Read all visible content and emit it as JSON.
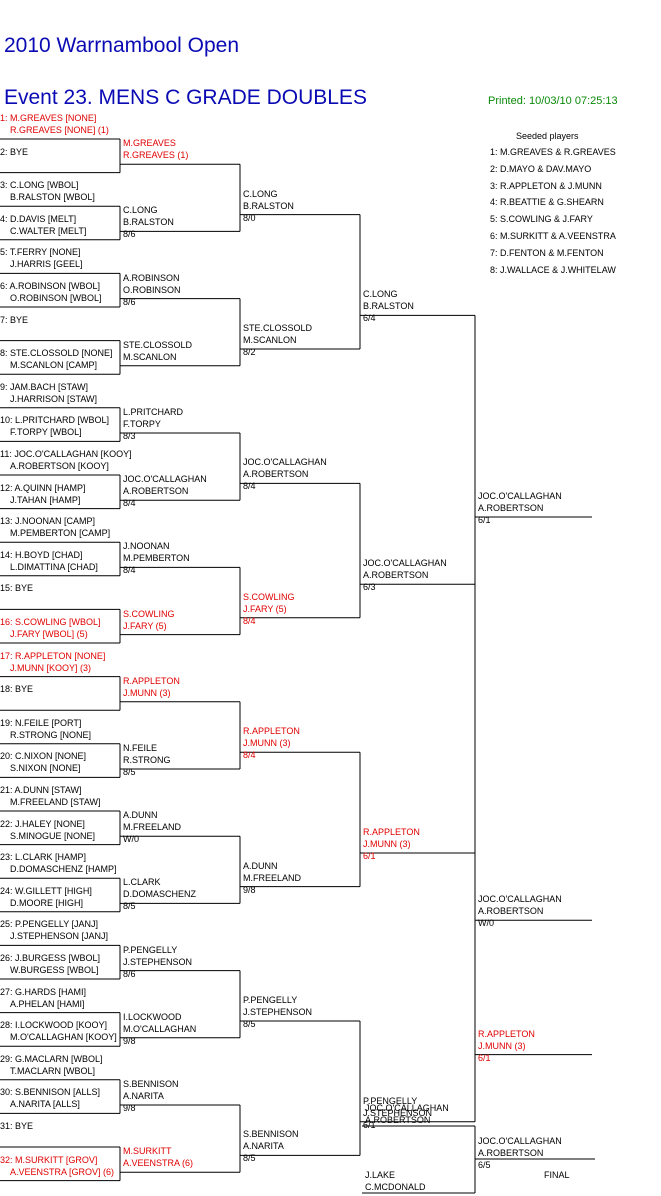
{
  "tournament": "2010 Warrnambool Open",
  "event": "Event 23. MENS C GRADE DOUBLES",
  "printed": "Printed: 10/03/10 07:25:13",
  "seeded_header": "Seeded players",
  "seeds": [
    "1: M.GREAVES & R.GREAVES",
    "2: D.MAYO & DAV.MAYO",
    "3: R.APPLETON & J.MUNN",
    "4: R.BEATTIE & G.SHEARN",
    "5: S.COWLING & J.FARY",
    "6: M.SURKITT & A.VEENSTRA",
    "7: D.FENTON & M.FENTON",
    "8: J.WALLACE & J.WHITELAW"
  ],
  "draw": [
    {
      "p1": "1: M.GREAVES [NONE]",
      "p2": "R.GREAVES [NONE] (1)",
      "seeded": true
    },
    {
      "p1": "2: BYE",
      "p2": ""
    },
    {
      "p1": "3: C.LONG [WBOL]",
      "p2": "B.RALSTON [WBOL]"
    },
    {
      "p1": "4: D.DAVIS [MELT]",
      "p2": "C.WALTER [MELT]"
    },
    {
      "p1": "5: T.FERRY [NONE]",
      "p2": "J.HARRIS [GEEL]"
    },
    {
      "p1": "6: A.ROBINSON [WBOL]",
      "p2": "O.ROBINSON [WBOL]"
    },
    {
      "p1": "7: BYE",
      "p2": ""
    },
    {
      "p1": "8: STE.CLOSSOLD [NONE]",
      "p2": "M.SCANLON [CAMP]"
    },
    {
      "p1": "9: JAM.BACH [STAW]",
      "p2": "J.HARRISON [STAW]"
    },
    {
      "p1": "10: L.PRITCHARD [WBOL]",
      "p2": "F.TORPY [WBOL]"
    },
    {
      "p1": "11: JOC.O'CALLAGHAN [KOOY]",
      "p2": "A.ROBERTSON [KOOY]"
    },
    {
      "p1": "12: A.QUINN [HAMP]",
      "p2": "J.TAHAN [HAMP]"
    },
    {
      "p1": "13: J.NOONAN [CAMP]",
      "p2": "M.PEMBERTON [CAMP]"
    },
    {
      "p1": "14: H.BOYD [CHAD]",
      "p2": "L.DIMATTINA [CHAD]"
    },
    {
      "p1": "15: BYE",
      "p2": ""
    },
    {
      "p1": "16: S.COWLING [WBOL]",
      "p2": "J.FARY [WBOL] (5)",
      "seeded": true
    },
    {
      "p1": "17: R.APPLETON [NONE]",
      "p2": "J.MUNN [KOOY] (3)",
      "seeded": true
    },
    {
      "p1": "18: BYE",
      "p2": ""
    },
    {
      "p1": "19: N.FEILE [PORT]",
      "p2": "R.STRONG [NONE]"
    },
    {
      "p1": "20: C.NIXON [NONE]",
      "p2": "S.NIXON [NONE]"
    },
    {
      "p1": "21: A.DUNN [STAW]",
      "p2": "M.FREELAND [STAW]"
    },
    {
      "p1": "22: J.HALEY [NONE]",
      "p2": "S.MINOGUE [NONE]"
    },
    {
      "p1": "23: L.CLARK [HAMP]",
      "p2": "D.DOMASCHENZ [HAMP]"
    },
    {
      "p1": "24: W.GILLETT [HIGH]",
      "p2": "D.MOORE [HIGH]"
    },
    {
      "p1": "25: P.PENGELLY [JANJ]",
      "p2": "J.STEPHENSON [JANJ]"
    },
    {
      "p1": "26: J.BURGESS [WBOL]",
      "p2": "W.BURGESS [WBOL]"
    },
    {
      "p1": "27: G.HARDS [HAMI]",
      "p2": "A.PHELAN [HAMI]"
    },
    {
      "p1": "28: I.LOCKWOOD [KOOY]",
      "p2": "M.O'CALLAGHAN [KOOY]"
    },
    {
      "p1": "29: G.MACLARN [WBOL]",
      "p2": "T.MACLARN [WBOL]"
    },
    {
      "p1": "30: S.BENNISON [ALLS]",
      "p2": "A.NARITA [ALLS]"
    },
    {
      "p1": "31: BYE",
      "p2": ""
    },
    {
      "p1": "32: M.SURKITT [GROV]",
      "p2": "A.VEENSTRA [GROV] (6)",
      "seeded": true
    }
  ],
  "r2": [
    {
      "p1": "M.GREAVES",
      "p2": "R.GREAVES (1)",
      "score": "",
      "seeded": true
    },
    {
      "p1": "C.LONG",
      "p2": "B.RALSTON",
      "score": "8/6"
    },
    {
      "p1": "A.ROBINSON",
      "p2": "O.ROBINSON",
      "score": "8/6"
    },
    {
      "p1": "STE.CLOSSOLD",
      "p2": "M.SCANLON",
      "score": ""
    },
    {
      "p1": "L.PRITCHARD",
      "p2": "F.TORPY",
      "score": "8/3"
    },
    {
      "p1": "JOC.O'CALLAGHAN",
      "p2": "A.ROBERTSON",
      "score": "8/4"
    },
    {
      "p1": "J.NOONAN",
      "p2": "M.PEMBERTON",
      "score": "8/4"
    },
    {
      "p1": "S.COWLING",
      "p2": "J.FARY (5)",
      "score": "",
      "seeded": true
    },
    {
      "p1": "R.APPLETON",
      "p2": "J.MUNN (3)",
      "score": "",
      "seeded": true
    },
    {
      "p1": "N.FEILE",
      "p2": "R.STRONG",
      "score": "8/5"
    },
    {
      "p1": "A.DUNN",
      "p2": "M.FREELAND",
      "score": "W/0"
    },
    {
      "p1": "L.CLARK",
      "p2": "D.DOMASCHENZ",
      "score": "8/5"
    },
    {
      "p1": "P.PENGELLY",
      "p2": "J.STEPHENSON",
      "score": "8/6"
    },
    {
      "p1": "I.LOCKWOOD",
      "p2": "M.O'CALLAGHAN",
      "score": "9/8"
    },
    {
      "p1": "S.BENNISON",
      "p2": "A.NARITA",
      "score": "9/8"
    },
    {
      "p1": "M.SURKITT",
      "p2": "A.VEENSTRA (6)",
      "score": "",
      "seeded": true
    }
  ],
  "r3": [
    {
      "p1": "C.LONG",
      "p2": "B.RALSTON",
      "score": "8/0"
    },
    {
      "p1": "STE.CLOSSOLD",
      "p2": "M.SCANLON",
      "score": "8/2"
    },
    {
      "p1": "JOC.O'CALLAGHAN",
      "p2": "A.ROBERTSON",
      "score": "8/4"
    },
    {
      "p1": "S.COWLING",
      "p2": "J.FARY (5)",
      "score": "8/4",
      "seeded": true
    },
    {
      "p1": "R.APPLETON",
      "p2": "J.MUNN (3)",
      "score": "8/4",
      "seeded": true
    },
    {
      "p1": "A.DUNN",
      "p2": "M.FREELAND",
      "score": "9/8"
    },
    {
      "p1": "P.PENGELLY",
      "p2": "J.STEPHENSON",
      "score": "8/5"
    },
    {
      "p1": "S.BENNISON",
      "p2": "A.NARITA",
      "score": "8/5"
    }
  ],
  "r4": [
    {
      "p1": "C.LONG",
      "p2": "B.RALSTON",
      "score": "6/4"
    },
    {
      "p1": "JOC.O'CALLAGHAN",
      "p2": "A.ROBERTSON",
      "score": "6/3"
    },
    {
      "p1": "R.APPLETON",
      "p2": "J.MUNN (3)",
      "score": "6/1",
      "seeded": true
    },
    {
      "p1": "P.PENGELLY",
      "p2": "J.STEPHENSON",
      "score": "6/1"
    }
  ],
  "r5": [
    {
      "p1": "JOC.O'CALLAGHAN",
      "p2": "A.ROBERTSON",
      "score": "6/1"
    },
    {
      "p1": "R.APPLETON",
      "p2": "J.MUNN (3)",
      "score": "6/1",
      "seeded": true
    }
  ],
  "r6": [
    {
      "p1": "JOC.O'CALLAGHAN",
      "p2": "A.ROBERTSON",
      "score": "W/0"
    }
  ],
  "final_section": {
    "finalist1": {
      "p1": "JOC.O'CALLAGHAN",
      "p2": "A.ROBERTSON"
    },
    "finalist2": {
      "p1": "J.LAKE",
      "p2": "C.MCDONALD"
    },
    "winner": {
      "p1": "JOC.O'CALLAGHAN",
      "p2": "A.ROBERTSON",
      "score": "6/5"
    },
    "label": "FINAL"
  },
  "colors": {
    "title": "#0a0ab4",
    "printed": "#0a8a0a",
    "seeded": "#e00000",
    "line": "#000000"
  }
}
